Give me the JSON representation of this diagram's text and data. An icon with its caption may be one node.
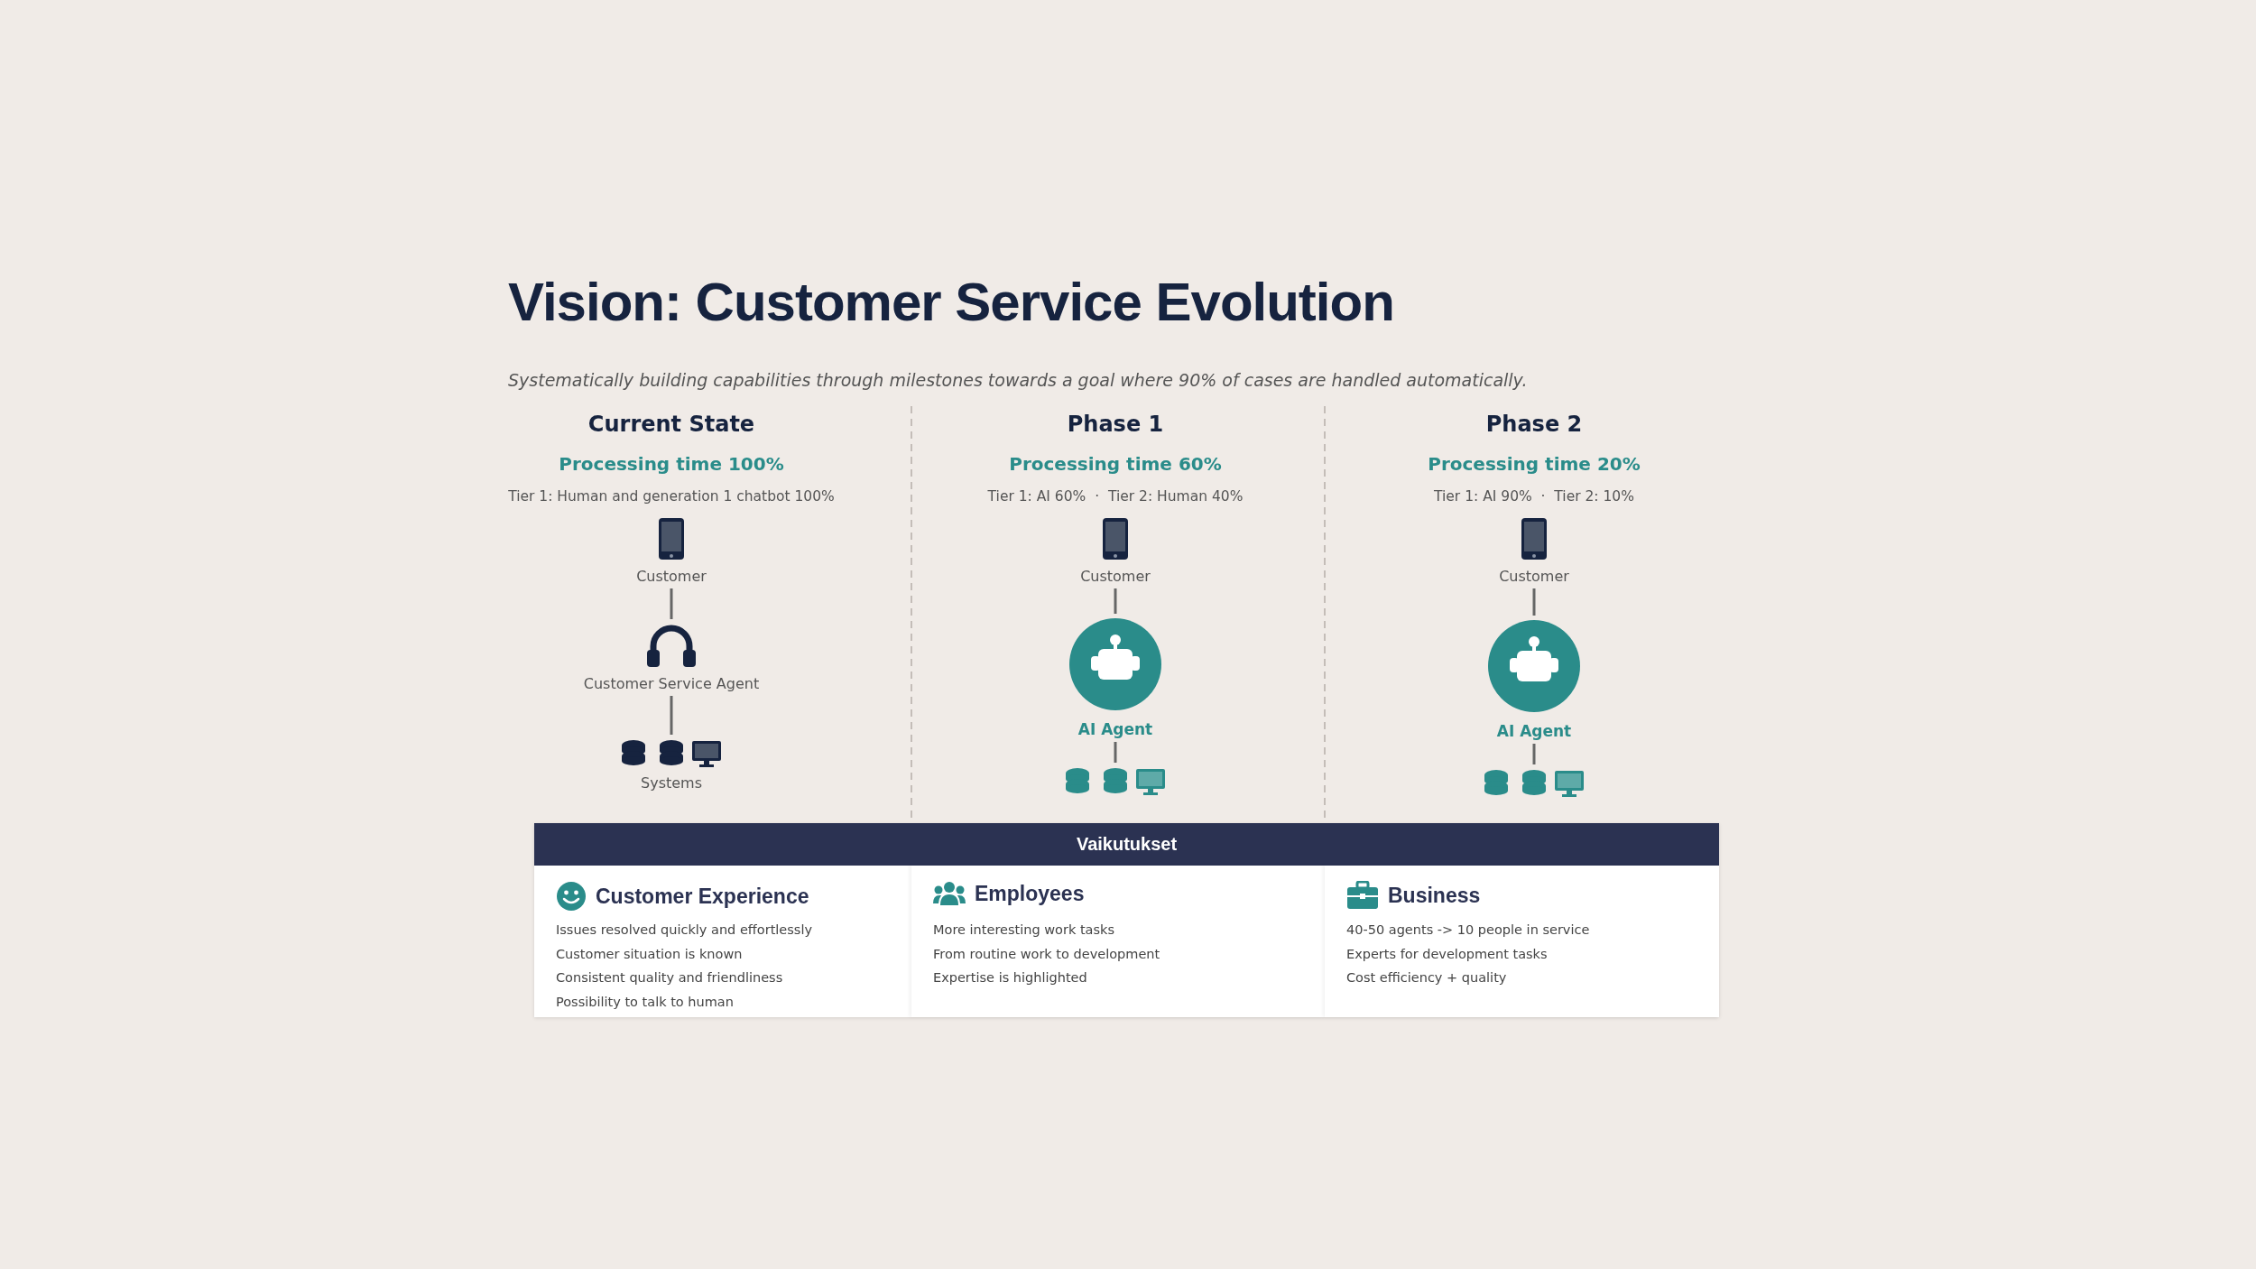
{
  "diagram": {
    "title": "Vision: Customer Service Evolution",
    "nodes": [
      {
        "text": [
          "Customer"
        ]
      },
      {
        "text": [
          "Customer Service Agent"
        ]
      },
      {
        "text": [
          "Systems"
        ]
      },
      {
        "text": [
          "Customer"
        ]
      },
      {
        "text": [
          "AI Agent"
        ]
      },
      {
        "text": [],
        "shape": "cylinder"
      },
      {
        "text": [
          "Customer"
        ]
      },
      {
        "text": [
          "AI Agent"
        ]
      },
      {
        "text": [],
        "shape": "cylinder"
      },
      {
        "text": [
          "Vaikutukset"
        ]
      },
      {
        "text": [
          "Customer Experience",
          "Issues resolved quickly and effortlessly",
          "Customer situation is known",
          "Consistent quality and friendliness",
          "Possibility to talk to human"
        ],
        "in": 9
      },
      {
        "text": [
          "Employees",
          "More interesting work tasks",
          "From routine work to development",
          "Expertise is highlighted"
        ],
        "in": 9
      },
      {
        "text": [
          "Business",
          "40-50 agents -> 10 people in service",
          "Experts for development tasks",
          "Cost efficiency + quality"
        ],
        "in": 9
      }
    ],
    "edges": [
      {
        "from": 0,
        "to": 1,
        "arrow": "none"
      },
      {
        "from": 1,
        "to": 2,
        "arrow": "none"
      },
      {
        "from": 3,
        "to": 4,
        "arrow": "none"
      },
      {
        "from": 4,
        "to": 5,
        "arrow": "none"
      },
      {
        "from": 6,
        "to": 7,
        "arrow": "none"
      },
      {
        "from": 7,
        "to": 8,
        "arrow": "none"
      }
    ],
    "labels": [
      "Systematically building capabilities through milestones towards a goal where 90% of cases are handled automatically.",
      "Current State",
      "Processing time 100%",
      "Tier 1: Human and generation 1 chatbot 100%",
      "Phase 1",
      "Processing time 60%",
      "Tier 1: AI 60%  ·  Tier 2: Human 40%",
      "Phase 2",
      "Processing time 20%",
      "Tier 1: AI 90%  ·  Tier 2: 10%"
    ]
  }
}
